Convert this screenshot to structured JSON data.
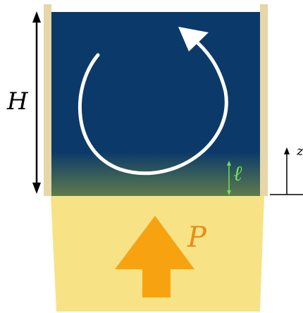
{
  "labels": {
    "height": "H",
    "boundary_layer": "ℓ",
    "power": "P",
    "vertical_axis": "z"
  },
  "colors": {
    "liquid": "#0b3a6a",
    "liquid_bottom": "#5e7b4b",
    "wall": "#e6d6a8",
    "heater": "#f7e386",
    "power_arrow": "#f7a30f",
    "power_label": "#e98b1a",
    "boundary_marker": "#6ee05a",
    "flow_arrow": "#ffffff",
    "axes": "#000000"
  },
  "icons": {
    "circulation": "circular-arrow-counterclockwise",
    "heat_flux": "up-arrow",
    "height_marker": "double-headed-arrow-vertical",
    "axis_marker": "up-arrow"
  }
}
